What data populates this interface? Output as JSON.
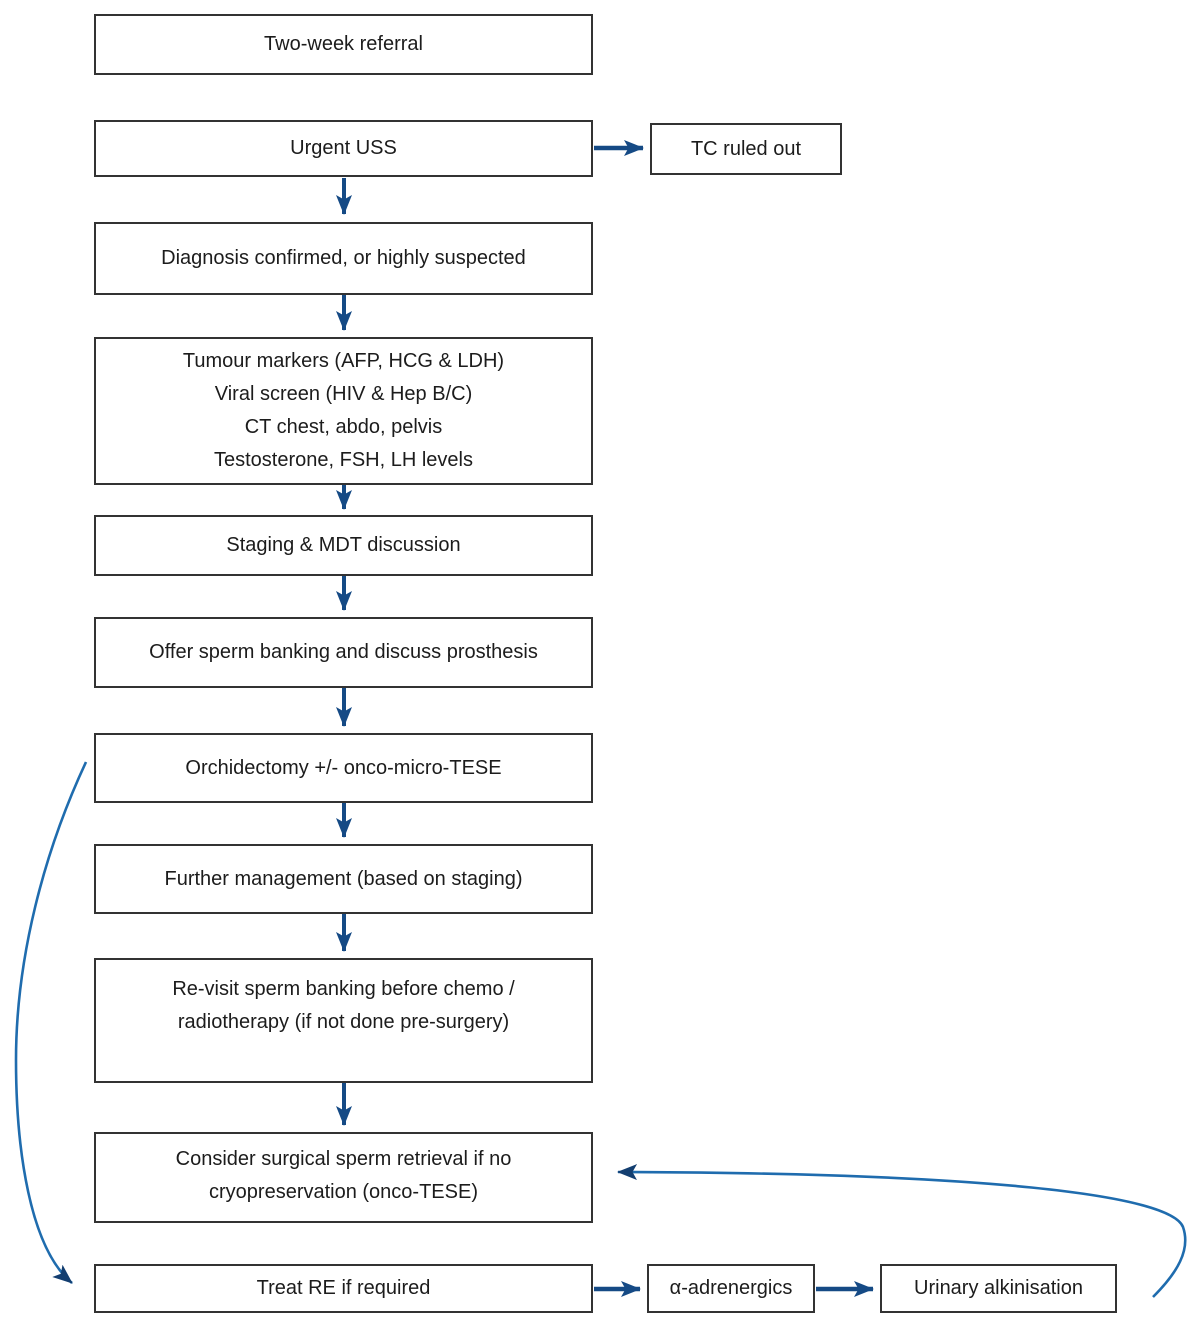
{
  "diagram": {
    "title": "Testicular cancer pathway flowchart",
    "boxes": {
      "two_week_referral": "Two-week referral",
      "urgent_uss": "Urgent USS",
      "tc_ruled_out": "TC ruled out",
      "diagnosis": "Diagnosis confirmed, or highly suspected",
      "investigations": "Tumour markers (AFP, HCG & LDH)\nViral screen (HIV & Hep B/C)\nCT chest, abdo, pelvis\nTestosterone, FSH, LH levels",
      "staging": "Staging & MDT discussion",
      "sperm_banking": "Offer sperm banking and discuss prosthesis",
      "orchidectomy": "Orchidectomy +/- onco-micro-TESE",
      "further_management": "Further management (based on staging)",
      "revisit_sperm_banking": "Re-visit sperm banking before chemo /\nradiotherapy (if not done pre-surgery)",
      "consider_retrieval": "Consider surgical sperm retrieval if no\ncryopreservation (onco-TESE)",
      "treat_re": "Treat RE if required",
      "alpha_adrenergics": "α-adrenergics",
      "urinary_alkinisation": "Urinary alkinisation"
    },
    "colors": {
      "box_border": "#333333",
      "text": "#1c1c1c",
      "straight_arrow": "#154a85",
      "curved_arrow": "#1f6cae",
      "arrowhead": "#133e70",
      "background": "#ffffff"
    }
  }
}
